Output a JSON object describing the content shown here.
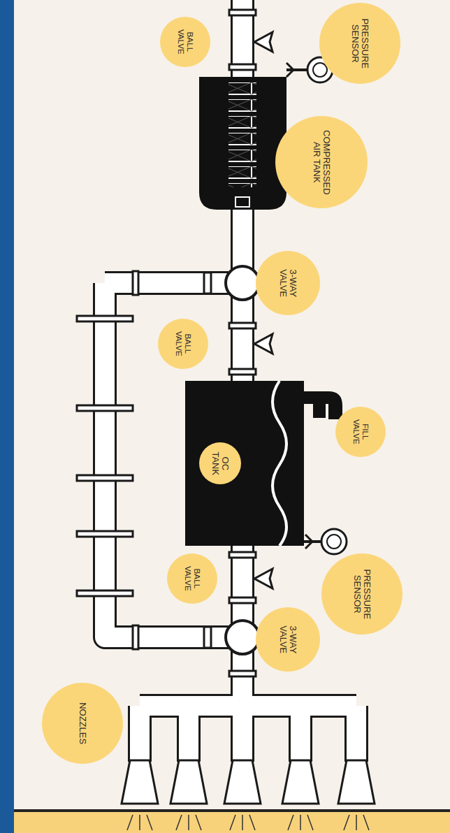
{
  "diagram": {
    "nodes": [
      {
        "text": [
          "BALL VALVE"
        ]
      },
      {
        "text": [
          "PRESSURE SENSOR"
        ]
      },
      {
        "text": [
          "COMPRESSED AIR TANK"
        ]
      },
      {
        "text": [
          "3-WAY VALVE"
        ]
      },
      {
        "text": [
          "BALL VALVE"
        ]
      },
      {
        "text": [
          "FILL VALVE"
        ]
      },
      {
        "text": [
          "OC TANK"
        ]
      },
      {
        "text": [
          "BALL VALVE"
        ]
      },
      {
        "text": [
          "PRESSURE SENSOR"
        ]
      },
      {
        "text": [
          "3-WAY VALVE"
        ]
      },
      {
        "text": [
          "NOZZLES"
        ]
      }
    ]
  }
}
